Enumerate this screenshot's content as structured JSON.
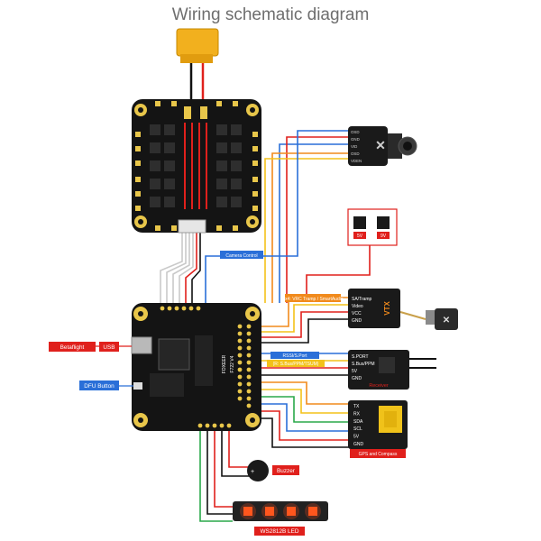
{
  "title": "Wiring schematic diagram",
  "labels": {
    "betaflight": "Betaflight",
    "usb": "USB",
    "dfu_button": "DFU Button",
    "camera_control": "Camera Control",
    "smartaudio": "1x4: VRC Tramp / SmartAudio",
    "rssi": "RSSI/S.Port",
    "sbus": "(R: S.Bus/PPM/TSUM)",
    "buzzer": "Buzzer",
    "led": "WS2812B LED",
    "gps_compass": "GPS and Compass",
    "fc_name": "FOXEER",
    "fc_model": "F722 V4"
  },
  "camera_pins": [
    "OSD",
    "GND",
    "VID",
    "OSD",
    "VDEN"
  ],
  "vtx": {
    "pins": [
      "SA/Tramp",
      "Video",
      "VCC",
      "GND"
    ],
    "brand": "VTX"
  },
  "receiver": {
    "pins": [
      "S.PORT",
      "S.Bus/PPM",
      "5V",
      "GND"
    ],
    "brand": "Receiver"
  },
  "gps": {
    "pins": [
      "TX",
      "RX",
      "SDA",
      "SCL",
      "5V",
      "GND"
    ]
  },
  "voltage_options": [
    "5V",
    "9V"
  ],
  "colors": {
    "red": "#e0201c",
    "orange": "#f18a1c",
    "yellow": "#f3c21a",
    "green": "#2aa84a",
    "blue": "#2a6fd8",
    "white": "#c9c9c9",
    "board": "#1a1a1a",
    "gold": "#e8c64a"
  }
}
